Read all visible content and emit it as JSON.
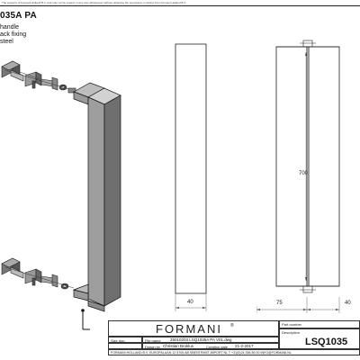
{
  "header": {
    "copyright_note": "The property of Formani Holland B.V. and may not be copied, in any way whatsoever without obtaining the permission in writing from Formani Holland B.V.",
    "product_code": "035A PA",
    "description_lines": [
      "handle",
      "ack fixing",
      "steel"
    ]
  },
  "dimensions": {
    "front_width": "40",
    "side_offset": "75",
    "side_depth": "40",
    "length": "700"
  },
  "title_block": {
    "brand": "FORMANI",
    "brand_mark": "®",
    "labels": {
      "size": "Size doc.",
      "file": "File name",
      "drawn_by": "Drawn by",
      "creation_date": "Creation date",
      "part_number": "Part number",
      "description": "Description"
    },
    "values": {
      "file": "25010203 LSQ1035A PA V01.dwg",
      "drawn_by": "Christian Broklus",
      "creation_date": "21-2-2017"
    },
    "doc_number": "LSQ1035",
    "footer": "FORMANI HOLLAND B.V.  EUROPALAAN 12  5705 AB SBENTRIMIT-IMPORT NL  T +31(0)24 356 85 00 INFO@FORMANI.NL"
  }
}
